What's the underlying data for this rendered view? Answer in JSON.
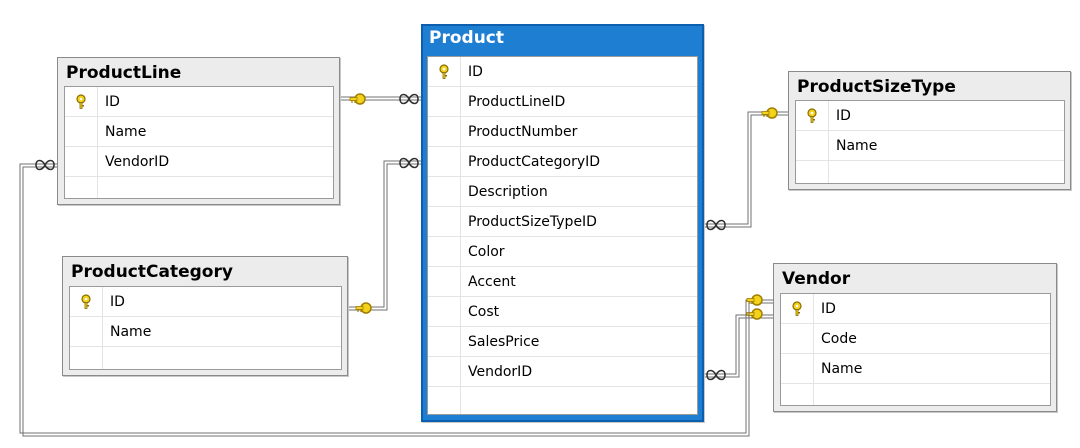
{
  "tables": {
    "product": {
      "name": "Product",
      "columns": [
        "ID",
        "ProductLineID",
        "ProductNumber",
        "ProductCategoryID",
        "Description",
        "ProductSizeTypeID",
        "Color",
        "Accent",
        "Cost",
        "SalesPrice",
        "VendorID"
      ]
    },
    "productline": {
      "name": "ProductLine",
      "columns": [
        "ID",
        "Name",
        "VendorID"
      ]
    },
    "productcategory": {
      "name": "ProductCategory",
      "columns": [
        "ID",
        "Name"
      ]
    },
    "productsizetype": {
      "name": "ProductSizeType",
      "columns": [
        "ID",
        "Name"
      ]
    },
    "vendor": {
      "name": "Vendor",
      "columns": [
        "ID",
        "Code",
        "Name"
      ]
    }
  },
  "icons": {
    "primary_key": "key-icon",
    "one_end": "key-end-icon",
    "many_end": "infinity-end-icon"
  },
  "colors": {
    "selected_header": "#1e7ed1",
    "key": "#e8c21b",
    "connector": "#707070"
  }
}
